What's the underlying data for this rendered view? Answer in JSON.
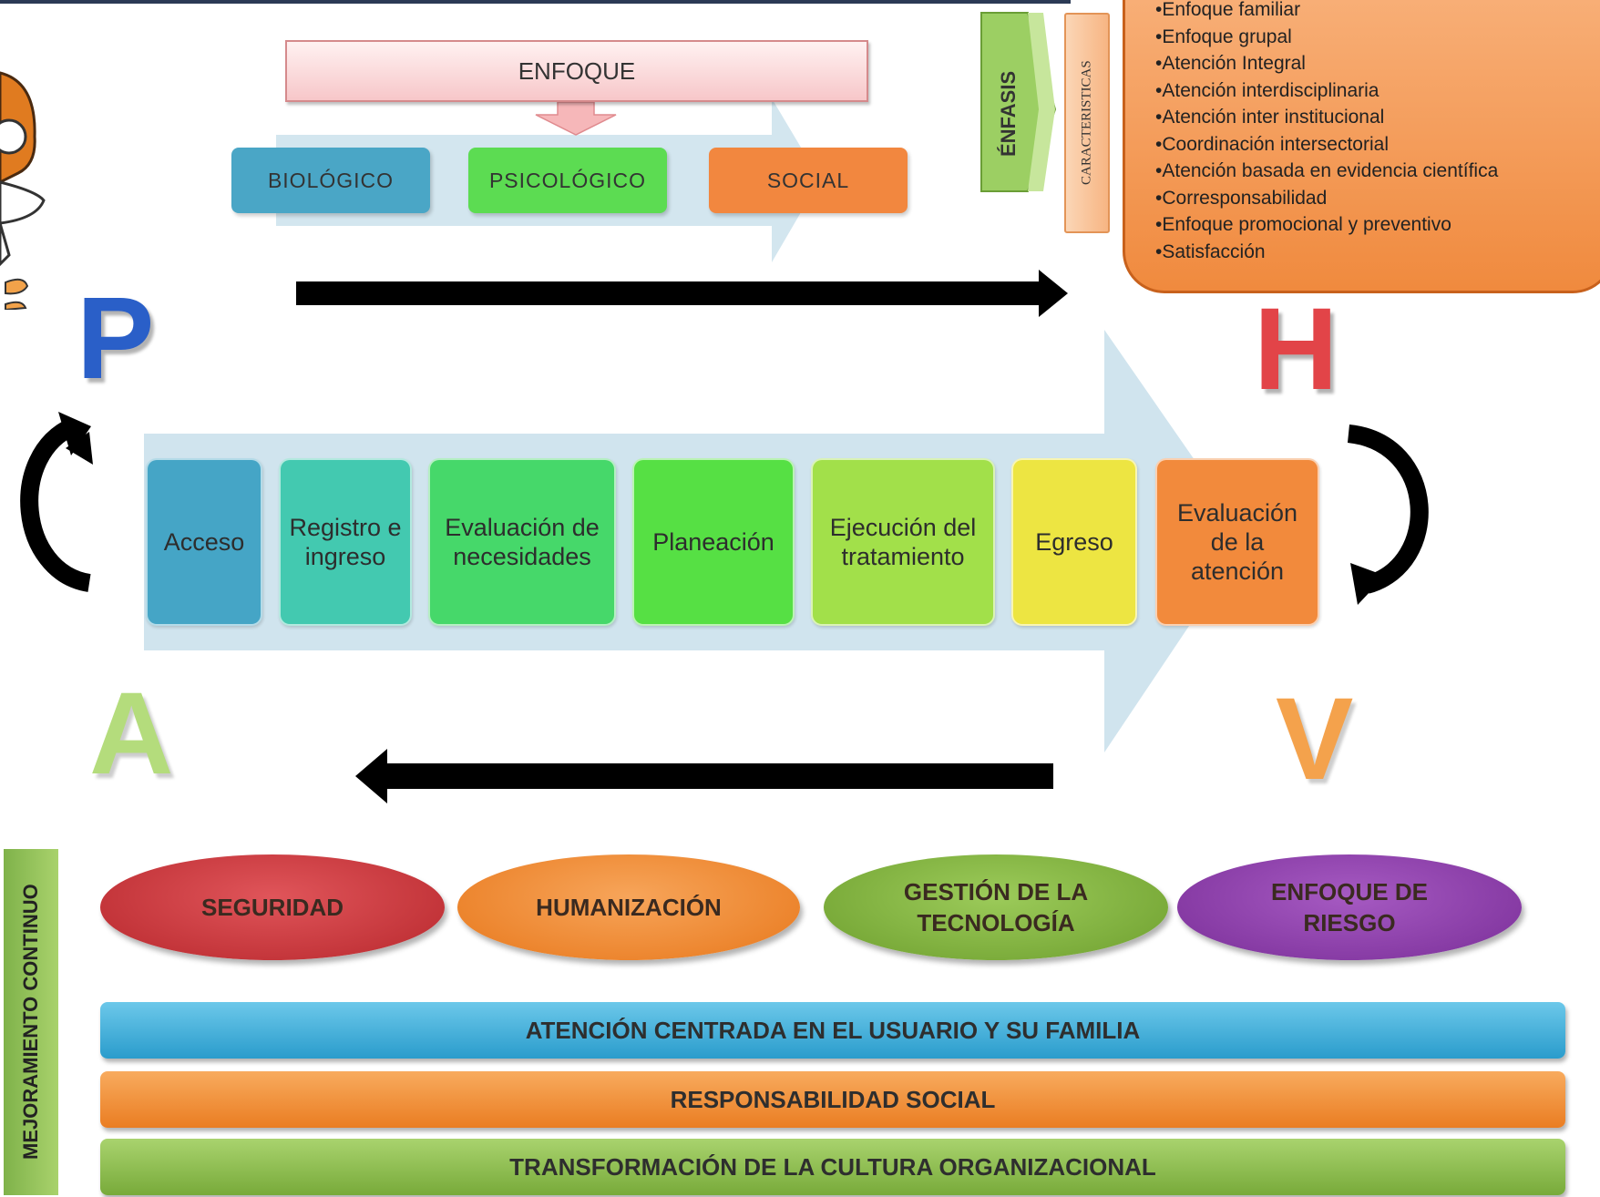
{
  "enfoque": {
    "title": "ENFOQUE",
    "items": [
      "BIOLÓGICO",
      "PSICOLÓGICO",
      "SOCIAL"
    ]
  },
  "tabs": {
    "enfasis": "ÉNFASIS",
    "caracteristicas": "CARACTERISTICAS"
  },
  "characteristics": [
    "•Enfoque familiar",
    "•Enfoque grupal",
    "•Atención Integral",
    "•Atención interdisciplinaria",
    "•Atención inter institucional",
    "•Coordinación intersectorial",
    "•Atención basada en evidencia científica",
    "•Corresponsabilidad",
    "•Enfoque promocional y preventivo",
    "•Satisfacción"
  ],
  "cycle_letters": {
    "p": "P",
    "h": "H",
    "a": "A",
    "v": "V"
  },
  "process_steps": [
    "Acceso",
    "Registro e ingreso",
    "Evaluación de necesidades",
    "Planeación",
    "Ejecución del tratamiento",
    "Egreso",
    "Evaluación de la atención"
  ],
  "pillars": [
    "SEGURIDAD",
    "HUMANIZACIÓN",
    "GESTIÓN DE LA TECNOLOGÍA",
    "ENFOQUE DE RIESGO"
  ],
  "bars": [
    "ATENCIÓN CENTRADA EN EL USUARIO Y SU FAMILIA",
    "RESPONSABILIDAD SOCIAL",
    "TRANSFORMACIÓN DE LA CULTURA ORGANIZACIONAL"
  ],
  "side_label": "MEJORAMIENTO CONTINUO",
  "colors": {
    "biologico": "#4aa6c6",
    "psicologico": "#5cdc52",
    "social": "#f2873f",
    "acceso": "#45a5c6",
    "registro": "#43c9b0",
    "evaluacion_necesidades": "#46d86a",
    "planeacion": "#56e044",
    "ejecucion": "#a2e04a",
    "egreso": "#ede542",
    "evaluacion_atencion": "#f28a3c",
    "seguridad": "#c93035",
    "humanizacion": "#f28b2c",
    "tecnologia": "#7fb33c",
    "riesgo": "#8a3ca8",
    "bar_usuario": "#3aaed6",
    "bar_social": "#f28a30",
    "bar_cultura": "#86b84a"
  }
}
